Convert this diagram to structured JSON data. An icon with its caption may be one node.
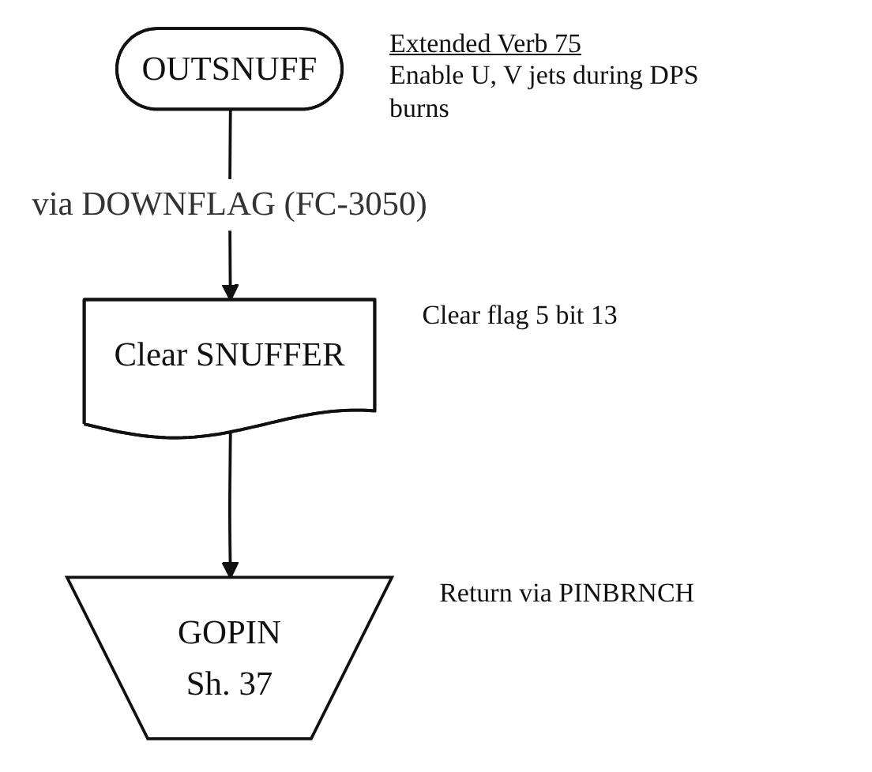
{
  "diagram": {
    "nodes": [
      {
        "text": [
          "OUTSNUFF"
        ],
        "beside": [
          "Extended Verb 75",
          "Enable U, V jets during DPS burns"
        ]
      },
      {
        "text": [
          "Clear SNUFFER"
        ],
        "beside": [
          "Clear flag 5 bit 13"
        ]
      },
      {
        "text": [
          "GOPIN",
          "Sh. 37"
        ],
        "beside": [
          "Return via PINBRNCH"
        ]
      }
    ],
    "edges": [
      {
        "from": 0,
        "to": 1,
        "arrow": "to",
        "label": "via DOWNFLAG (FC-3050)"
      },
      {
        "from": 1,
        "to": 2,
        "arrow": "to"
      }
    ]
  }
}
